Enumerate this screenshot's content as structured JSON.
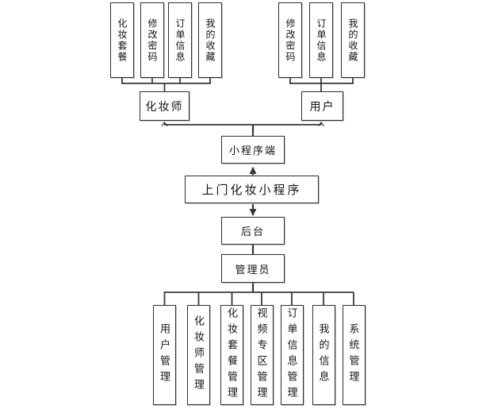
{
  "diagram": {
    "root": {
      "label": "上门化妆小程序"
    },
    "client_side": {
      "label": "小程序端",
      "roles": [
        {
          "label": "化妆师",
          "features": [
            "化妆套餐",
            "修改密码",
            "订单信息",
            "我的收藏"
          ]
        },
        {
          "label": "用户",
          "features": [
            "修改密码",
            "订单信息",
            "我的收藏"
          ]
        }
      ]
    },
    "server_side": {
      "label": "后台",
      "admin": {
        "label": "管理员",
        "modules": [
          "用户管理",
          "化妆师管理",
          "化妆套餐管理",
          "视频专区管理",
          "订单信息管理",
          "我的信息",
          "系统管理"
        ]
      }
    },
    "colors": {
      "line": "#383838",
      "box_border": "#2f2f2f",
      "box_fill": "#ffffff",
      "text": "#141414",
      "page_bg": "#ffffff"
    }
  }
}
